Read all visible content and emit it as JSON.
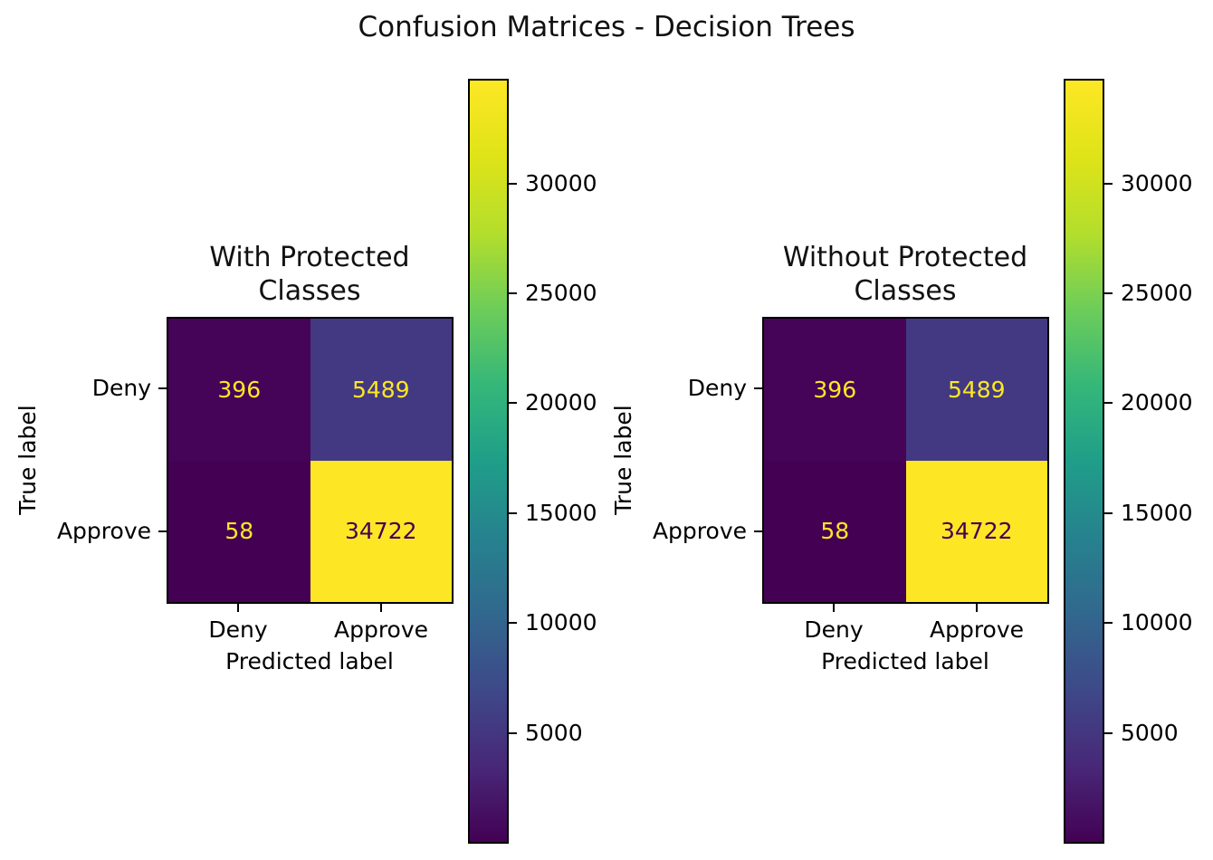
{
  "title": "Confusion Matrices - Decision Trees",
  "subplots": [
    {
      "title": "With Protected\nClasses",
      "xlabel": "Predicted label",
      "ylabel": "True label",
      "x_ticks": [
        "Deny",
        "Approve"
      ],
      "y_ticks": [
        "Deny",
        "Approve"
      ],
      "cells": [
        [
          "396",
          "5489"
        ],
        [
          "58",
          "34722"
        ]
      ],
      "colorbar_ticks": [
        "30000",
        "25000",
        "20000",
        "15000",
        "10000",
        "5000"
      ]
    },
    {
      "title": "Without Protected\nClasses",
      "xlabel": "Predicted label",
      "ylabel": "True label",
      "x_ticks": [
        "Deny",
        "Approve"
      ],
      "y_ticks": [
        "Deny",
        "Approve"
      ],
      "cells": [
        [
          "396",
          "5489"
        ],
        [
          "58",
          "34722"
        ]
      ],
      "colorbar_ticks": [
        "30000",
        "25000",
        "20000",
        "15000",
        "10000",
        "5000"
      ]
    }
  ],
  "chart_data": [
    {
      "type": "heatmap",
      "title": "With Protected Classes",
      "xlabel": "Predicted label",
      "ylabel": "True label",
      "x_categories": [
        "Deny",
        "Approve"
      ],
      "y_categories": [
        "Deny",
        "Approve"
      ],
      "values": [
        [
          396,
          5489
        ],
        [
          58,
          34722
        ]
      ],
      "colormap": "viridis",
      "vmin": 58,
      "vmax": 34722,
      "colorbar_ticks": [
        5000,
        10000,
        15000,
        20000,
        25000,
        30000
      ],
      "legend_position": "right-colorbar",
      "grid": false
    },
    {
      "type": "heatmap",
      "title": "Without Protected Classes",
      "xlabel": "Predicted label",
      "ylabel": "True label",
      "x_categories": [
        "Deny",
        "Approve"
      ],
      "y_categories": [
        "Deny",
        "Approve"
      ],
      "values": [
        [
          396,
          5489
        ],
        [
          58,
          34722
        ]
      ],
      "colormap": "viridis",
      "vmin": 58,
      "vmax": 34722,
      "colorbar_ticks": [
        5000,
        10000,
        15000,
        20000,
        25000,
        30000
      ],
      "legend_position": "right-colorbar",
      "grid": false
    }
  ],
  "colors": {
    "background": "#ffffff",
    "cell_396": "#450457",
    "cell_5489": "#433982",
    "cell_58": "#440154",
    "cell_34722": "#fde725",
    "cell_text_light": "#fde725",
    "cell_text_dark": "#440154",
    "axis": "#000000",
    "viridis_min": "#440154",
    "viridis_max": "#fde725"
  }
}
